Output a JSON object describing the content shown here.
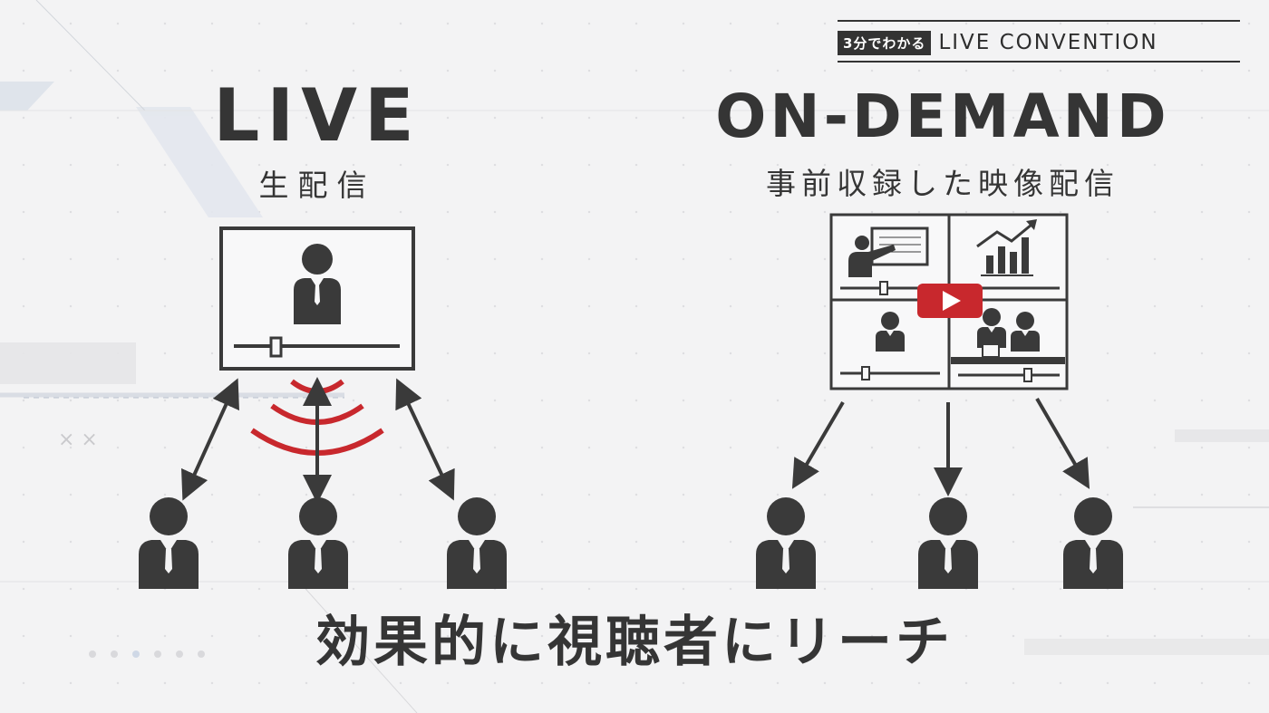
{
  "badge": {
    "tag": "3分でわかる",
    "title": "LIVE CONVENTION"
  },
  "live": {
    "title": "LIVE",
    "subtitle": "生配信"
  },
  "ondemand": {
    "title": "ON-DEMAND",
    "subtitle": "事前収録した映像配信"
  },
  "caption": "効果的に視聴者にリーチ",
  "colors": {
    "ink": "#3a3a3a",
    "accent": "#c8282d",
    "background": "#f3f3f4"
  },
  "icons": [
    "person-icon",
    "presenter-icon",
    "bar-chart-icon",
    "play-button-icon",
    "signal-wave-icon",
    "arrow-icon"
  ]
}
